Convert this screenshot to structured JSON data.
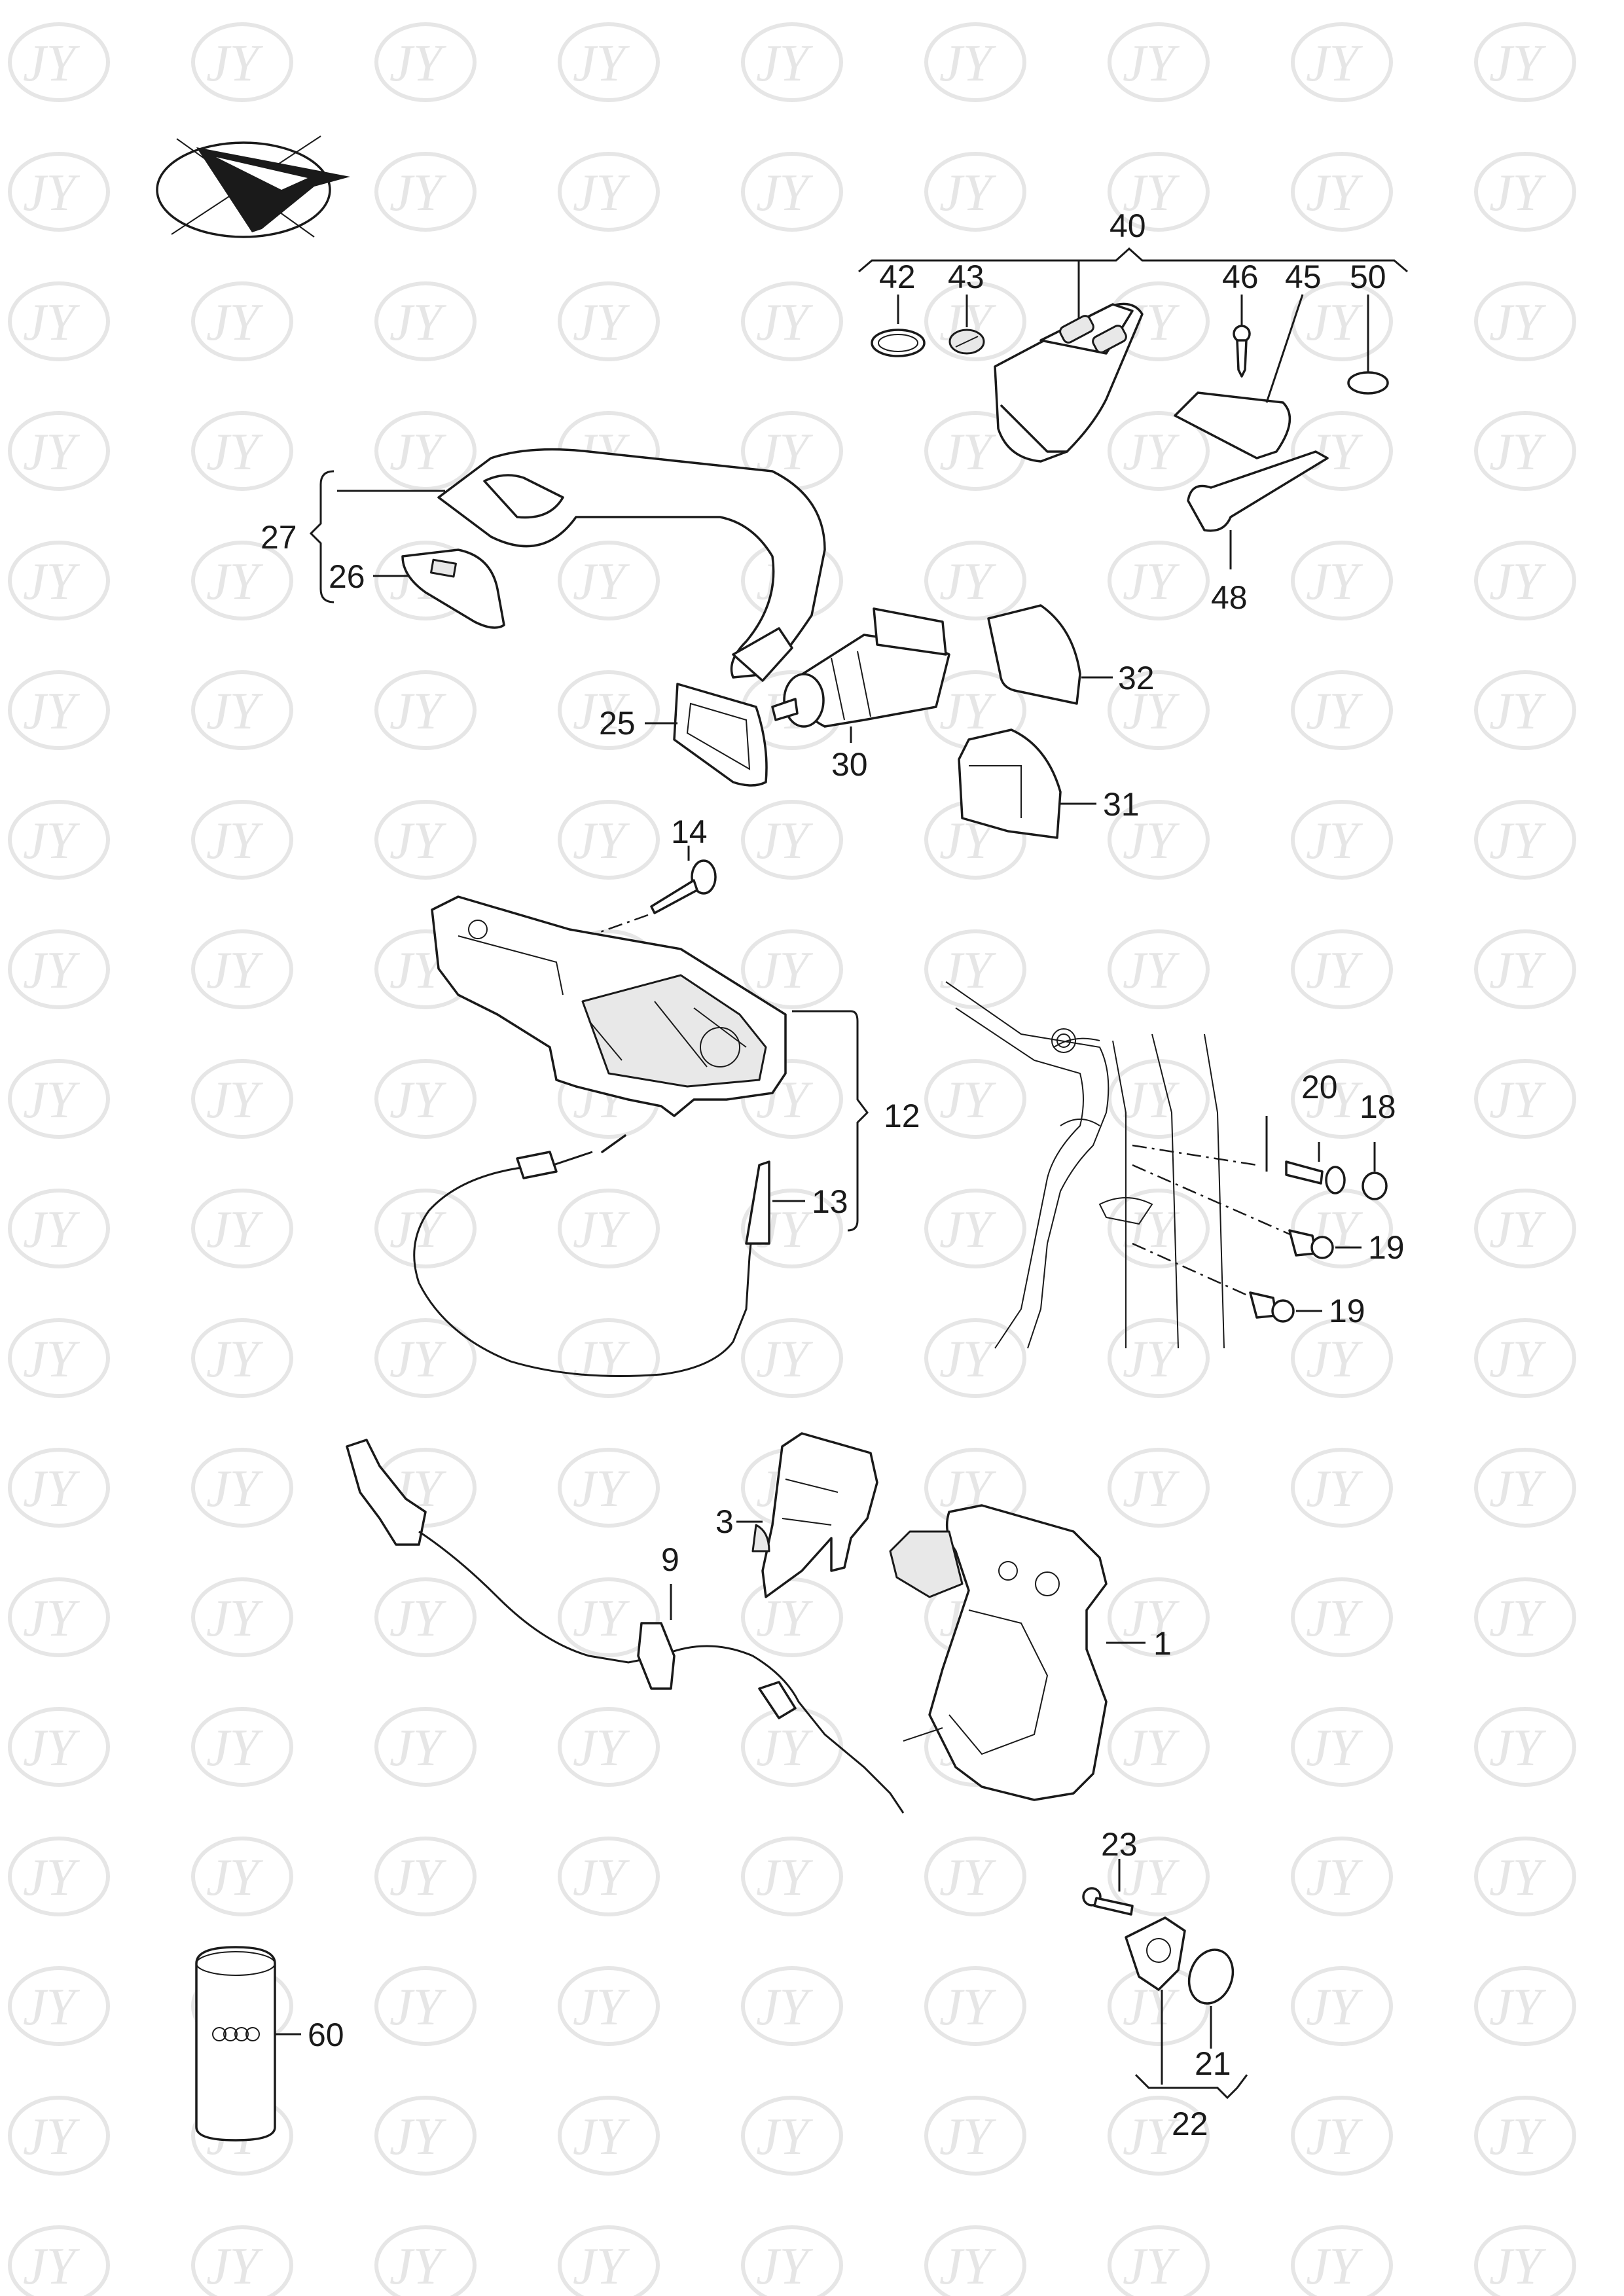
{
  "watermark": {
    "text": "JY",
    "color": "#e4e4e4"
  },
  "callouts": {
    "p1": "1",
    "p3": "3",
    "p9": "9",
    "p12": "12",
    "p13": "13",
    "p14": "14",
    "p18": "18",
    "p19a": "19",
    "p19b": "19",
    "p20": "20",
    "p21": "21",
    "p22": "22",
    "p23": "23",
    "p25": "25",
    "p26": "26",
    "p27": "27",
    "p30": "30",
    "p31": "31",
    "p32": "32",
    "p40": "40",
    "p42": "42",
    "p43": "43",
    "p45": "45",
    "p46": "46",
    "p48": "48",
    "p50": "50",
    "p60": "60"
  },
  "icons": {
    "orientation": "orientation-arrow-icon",
    "brand_logo": "four-rings-logo-icon"
  }
}
